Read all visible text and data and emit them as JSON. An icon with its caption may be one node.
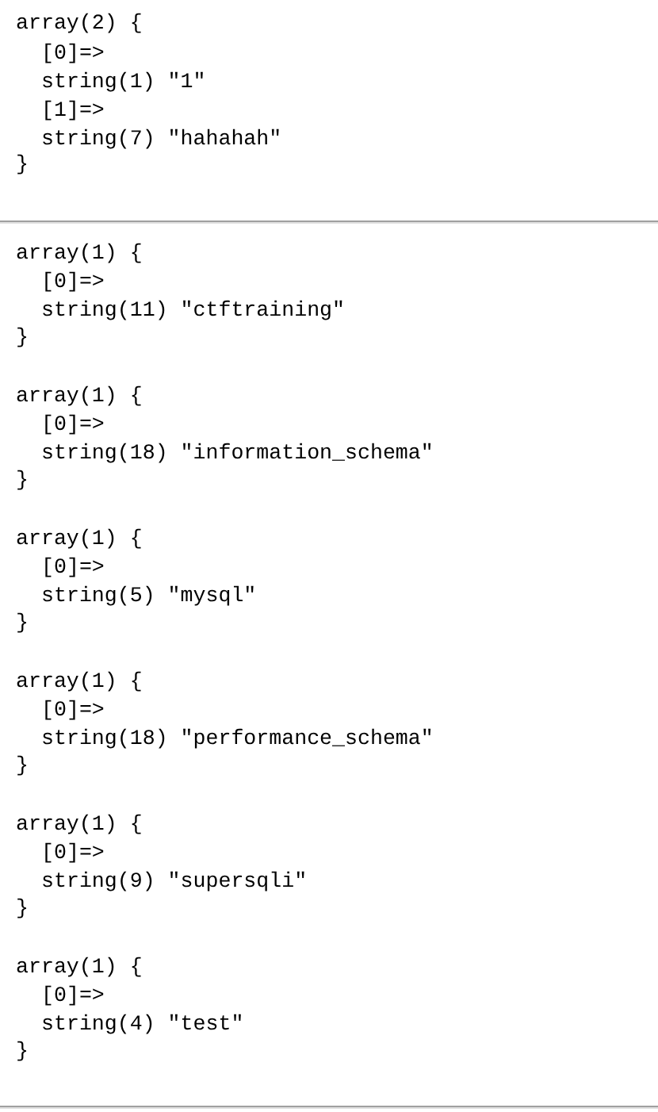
{
  "diagram": {
    "labels": [
      "array(2) {",
      "[0]=>",
      "string(1) \"1\"",
      "[1]=>",
      "string(7) \"hahahah\"",
      "}",
      "array(1) {",
      "[0]=>",
      "string(11) \"ctftraining\"",
      "}",
      "array(1) {",
      "[0]=>",
      "string(18) \"information_schema\"",
      "}",
      "array(1) {",
      "[0]=>",
      "string(5) \"mysql\"",
      "}",
      "array(1) {",
      "[0]=>",
      "string(18) \"performance_schema\"",
      "}",
      "array(1) {",
      "[0]=>",
      "string(9) \"supersqli\"",
      "}",
      "array(1) {",
      "[0]=>",
      "string(4) \"test\"",
      "}"
    ]
  }
}
